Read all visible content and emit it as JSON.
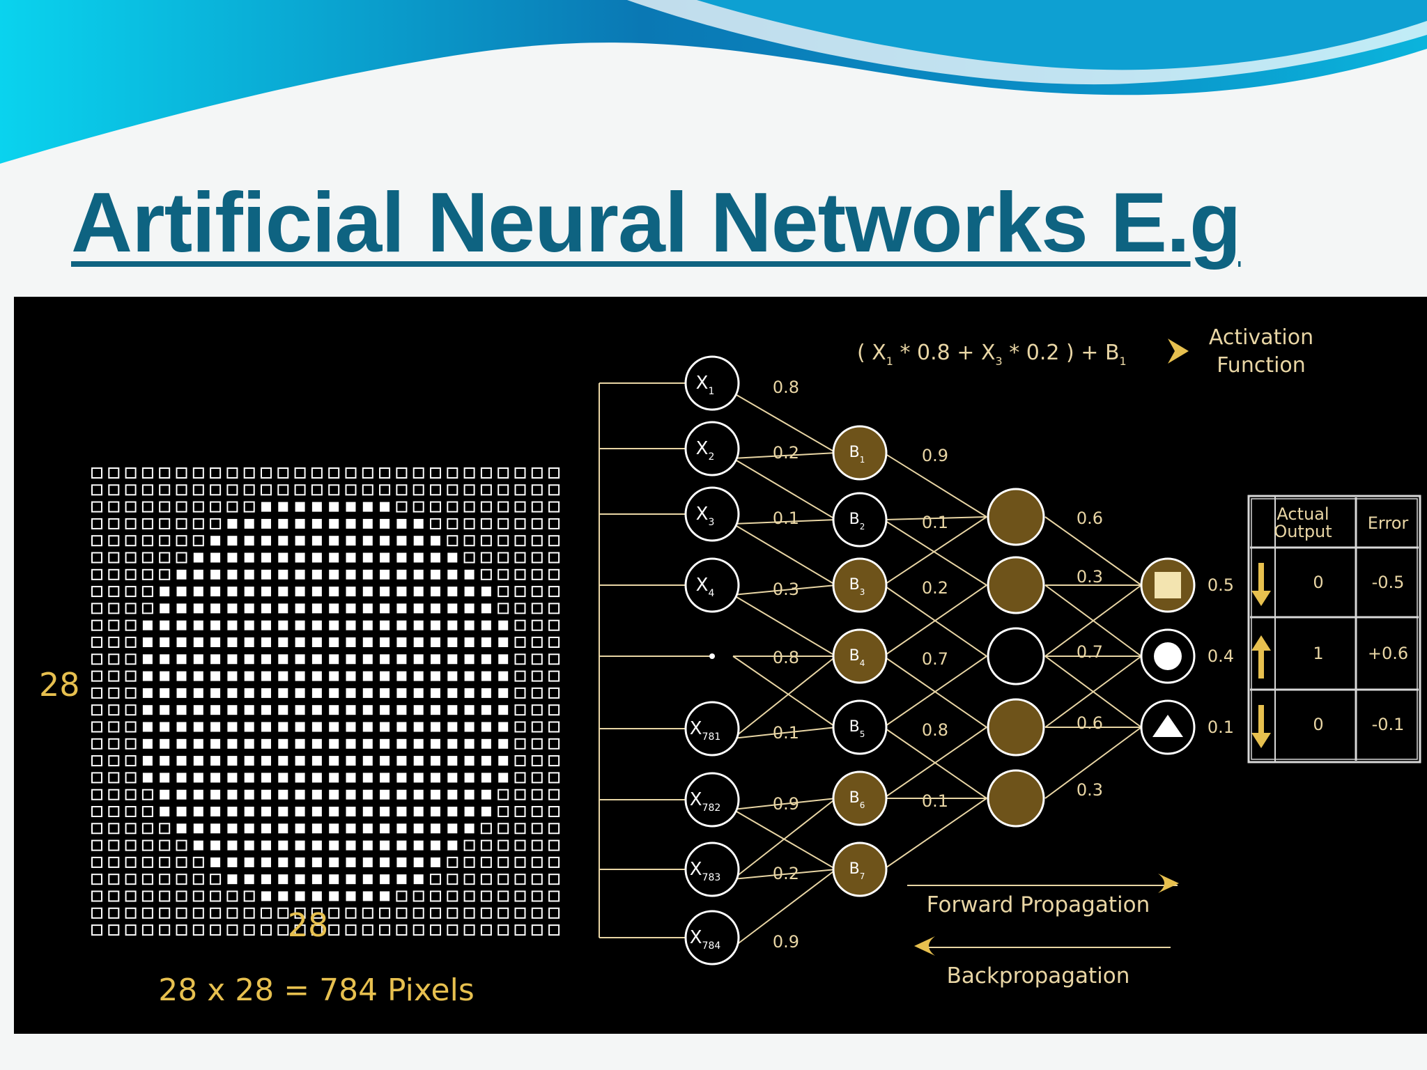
{
  "slide": {
    "title": "Artificial Neural Networks E.g"
  },
  "grid": {
    "rows_label": "28",
    "cols_label": "28",
    "pixels_caption": "28 x 28 = 784 Pixels"
  },
  "formula": {
    "open": "( X",
    "x1_sub": "1",
    "part1": " * 0.8 + X",
    "x3_sub": "3",
    "part2": " * 0.2 ) + B",
    "b_sub": "1"
  },
  "activation": {
    "line1": "Activation",
    "line2": "Function"
  },
  "inputs": [
    {
      "base": "X",
      "sub": "1",
      "weight": "0.8"
    },
    {
      "base": "X",
      "sub": "2",
      "weight": "0.2"
    },
    {
      "base": "X",
      "sub": "3",
      "weight": "0.1"
    },
    {
      "base": "X",
      "sub": "4",
      "weight": "0.3"
    },
    {
      "base": "",
      "sub": "",
      "weight": "0.8"
    },
    {
      "base": "X",
      "sub": "781",
      "weight": "0.1"
    },
    {
      "base": "X",
      "sub": "782",
      "weight": "0.9"
    },
    {
      "base": "X",
      "sub": "783",
      "weight": "0.2"
    },
    {
      "base": "X",
      "sub": "784",
      "weight": "0.9"
    }
  ],
  "biases": [
    {
      "base": "B",
      "sub": "1",
      "weight": "0.9"
    },
    {
      "base": "B",
      "sub": "2",
      "weight": "0.1"
    },
    {
      "base": "B",
      "sub": "3",
      "weight": "0.2"
    },
    {
      "base": "B",
      "sub": "4",
      "weight": "0.7"
    },
    {
      "base": "B",
      "sub": "5",
      "weight": "0.8"
    },
    {
      "base": "B",
      "sub": "6",
      "weight": "0.1"
    },
    {
      "base": "B",
      "sub": "7",
      "weight": ""
    }
  ],
  "hidden_weights": [
    "0.6",
    "0.3",
    "0.7",
    "0.6",
    "0.3"
  ],
  "outputs": [
    {
      "shape": "square",
      "value": "0.5",
      "arrow": "down"
    },
    {
      "shape": "circle",
      "value": "0.4",
      "arrow": "up"
    },
    {
      "shape": "triangle",
      "value": "0.1",
      "arrow": "down"
    }
  ],
  "error_table": {
    "header_actual_line1": "Actual",
    "header_actual_line2": "Output",
    "header_error": "Error",
    "rows": [
      {
        "actual": "0",
        "error": "-0.5"
      },
      {
        "actual": "1",
        "error": "+0.6"
      },
      {
        "actual": "0",
        "error": "-0.1"
      }
    ]
  },
  "legend": {
    "forward": "Forward Propagation",
    "backward": "Backpropagation"
  },
  "colors": {
    "title": "#0e6381",
    "line": "#e9d6a5",
    "accent": "#e7c04f",
    "node_fill": "#6e531a"
  }
}
